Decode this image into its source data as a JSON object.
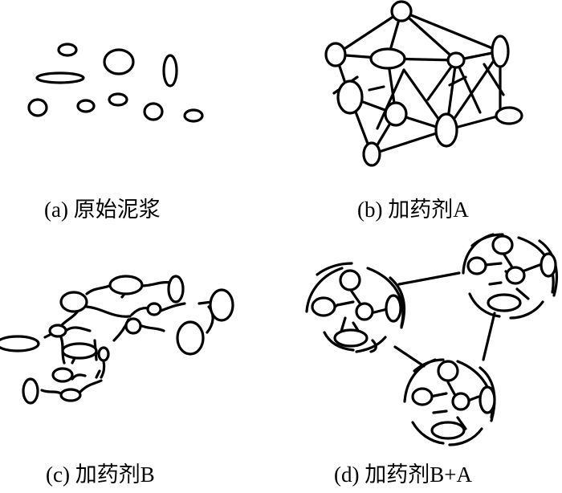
{
  "captions": {
    "a": "(a) 原始泥浆",
    "b": "(b) 加药剂A",
    "c": "(c) 加药剂B",
    "d": "(d) 加药剂B+A"
  }
}
